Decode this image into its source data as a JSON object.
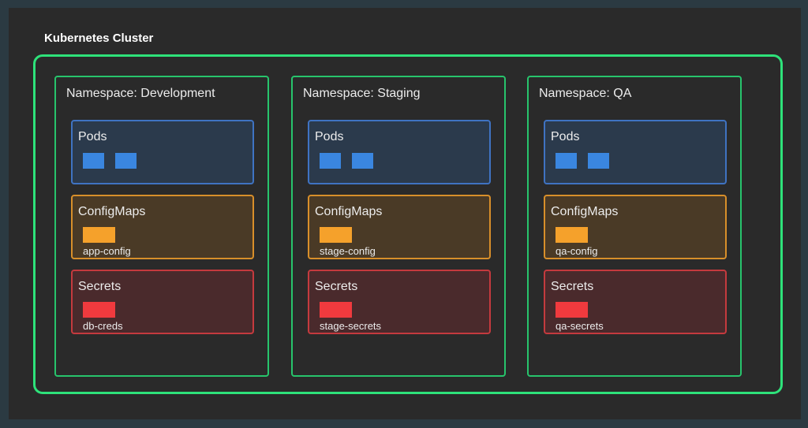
{
  "cluster": {
    "title": "Kubernetes Cluster"
  },
  "colors": {
    "cluster_border": "#2ee27a",
    "namespace_border": "#27c46c",
    "pod": "#3a86e0",
    "configmap": "#f5a12b",
    "secret": "#f03a3e"
  },
  "namespaces": [
    {
      "title": "Namespace: Development",
      "pods": {
        "label": "Pods",
        "count": 2
      },
      "configmaps": {
        "label": "ConfigMaps",
        "item": "app-config"
      },
      "secrets": {
        "label": "Secrets",
        "item": "db-creds"
      }
    },
    {
      "title": "Namespace: Staging",
      "pods": {
        "label": "Pods",
        "count": 2
      },
      "configmaps": {
        "label": "ConfigMaps",
        "item": "stage-config"
      },
      "secrets": {
        "label": "Secrets",
        "item": "stage-secrets"
      }
    },
    {
      "title": "Namespace: QA",
      "pods": {
        "label": "Pods",
        "count": 2
      },
      "configmaps": {
        "label": "ConfigMaps",
        "item": "qa-config"
      },
      "secrets": {
        "label": "Secrets",
        "item": "qa-secrets"
      }
    }
  ]
}
